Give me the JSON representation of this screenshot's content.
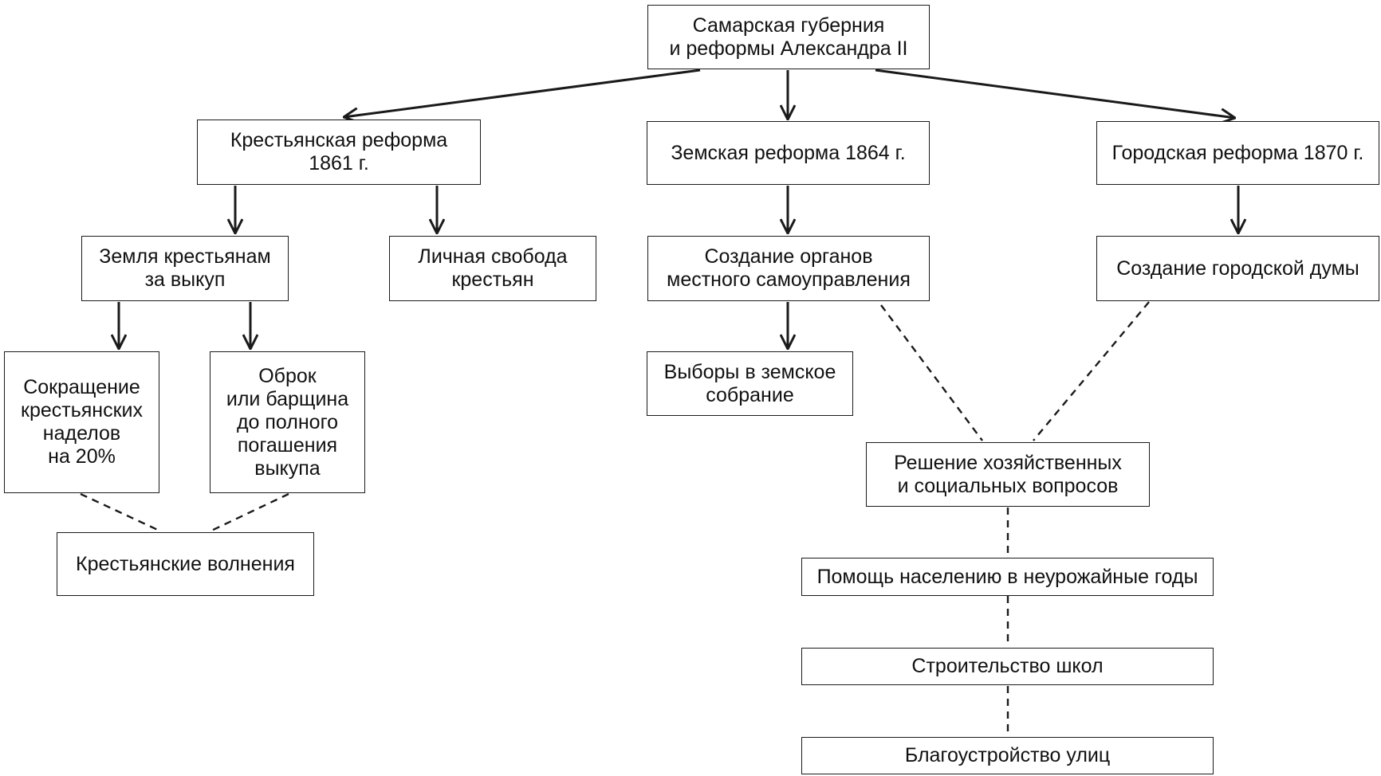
{
  "diagram": {
    "nodes": {
      "root": "Самарская губерния\nи реформы Александра II",
      "peasant_reform": "Крестьянская реформа\n1861 г.",
      "zemstvo_reform": "Земская реформа 1864 г.",
      "city_reform": "Городская реформа 1870 г.",
      "land_for_ransom": "Земля крестьянам\nза выкуп",
      "personal_freedom": "Личная свобода\nкрестьян",
      "self_government": "Создание органов\nместного самоуправления",
      "city_duma": "Создание городской думы",
      "allotment_cut": "Сокращение\nкрестьянских\nнаделов\nна 20%",
      "obrok": "Оброк\nили барщина\nдо полного\nпогашения\nвыкупа",
      "zemstvo_elections": "Выборы в земское\nсобрание",
      "economic_social": "Решение хозяйственных\nи социальных вопросов",
      "peasant_unrest": "Крестьянские волнения",
      "famine_help": "Помощь населению в неурожайные годы",
      "schools": "Строительство школ",
      "streets": "Благоустройство улиц"
    },
    "colors": {
      "line": "#1a1a1a",
      "box_border": "#1a1a1a",
      "box_fill": "#ffffff",
      "text": "#111111"
    }
  }
}
